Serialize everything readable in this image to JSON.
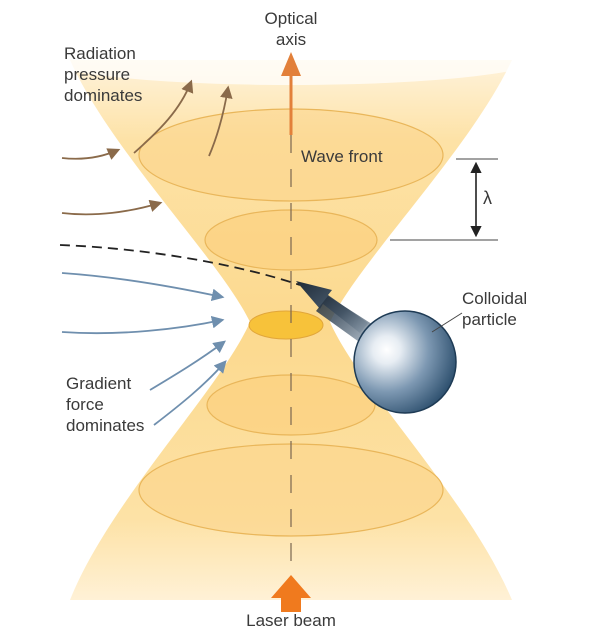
{
  "labels": {
    "optical_axis": "Optical\naxis",
    "radiation_pressure": "Radiation\npressure\ndominates",
    "wave_front": "Wave front",
    "wavelength_symbol": "λ",
    "colloidal_particle": "Colloidal\nparticle",
    "gradient_force": "Gradient\nforce\ndominates",
    "laser_beam": "Laser beam"
  },
  "colors": {
    "beam_fill": "#fbd78a",
    "beam_edge": "#e9b65a",
    "focus_spot": "#f7c23a",
    "optical_axis_arrow": "#e2803a",
    "laser_arrow": "#f07a1e",
    "radiation_arrows": "#8a6a4a",
    "gradient_arrows": "#6f8fae",
    "particle_dark": "#2d4f6d",
    "particle_light": "#eef2f6"
  }
}
